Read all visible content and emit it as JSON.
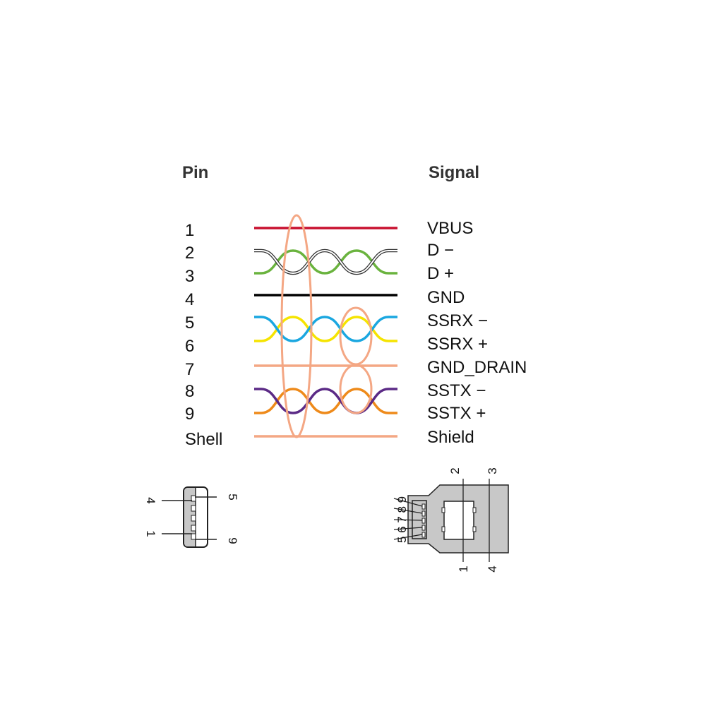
{
  "headers": {
    "pin": "Pin",
    "signal": "Signal"
  },
  "rows": [
    {
      "pin": "1",
      "signal": "VBUS"
    },
    {
      "pin": "2",
      "signal": "D −"
    },
    {
      "pin": "3",
      "signal": "D +"
    },
    {
      "pin": "4",
      "signal": "GND"
    },
    {
      "pin": "5",
      "signal": "SSRX −"
    },
    {
      "pin": "6",
      "signal": "SSRX +"
    },
    {
      "pin": "7",
      "signal": "GND_DRAIN"
    },
    {
      "pin": "8",
      "signal": "SSTX −"
    },
    {
      "pin": "9",
      "signal": "SSTX +"
    },
    {
      "pin": "Shell",
      "signal": "Shield"
    }
  ],
  "colors": {
    "vbus": "#c8102e",
    "d_minus": "#ffffff",
    "d_plus": "#6ab33e",
    "gnd": "#000000",
    "ssrx_minus": "#1aa7e0",
    "ssrx_plus": "#f5e400",
    "drain": "#f4a784",
    "sstx_minus": "#5b2a86",
    "sstx_plus": "#ee8a1a",
    "connector_fill": "#c8c8c8"
  },
  "connector_a": {
    "labels": {
      "p4": "4",
      "p1": "1",
      "p5": "5",
      "p9": "9"
    }
  },
  "connector_b": {
    "labels": {
      "p2": "2",
      "p3": "3",
      "p1": "1",
      "p4": "4",
      "p5678": "5 6 7 8 9"
    }
  }
}
